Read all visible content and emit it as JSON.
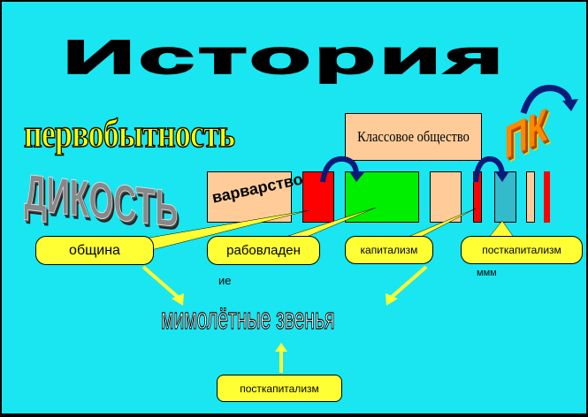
{
  "title": "История",
  "primitive": "первобытность",
  "class_society": "Классовое общество",
  "pk": "ПК",
  "savagery": "ДИКОСТЬ",
  "barbarism": "варварство",
  "callouts": {
    "community": "община",
    "slavery": "рабовладен",
    "slavery_tail": "ие",
    "capitalism": "капитализм",
    "postcapitalism": "посткапитализм",
    "mmm": "ммм"
  },
  "fleeting_links": "мимолётные звенья",
  "bottom_callout": "посткапитализм"
}
